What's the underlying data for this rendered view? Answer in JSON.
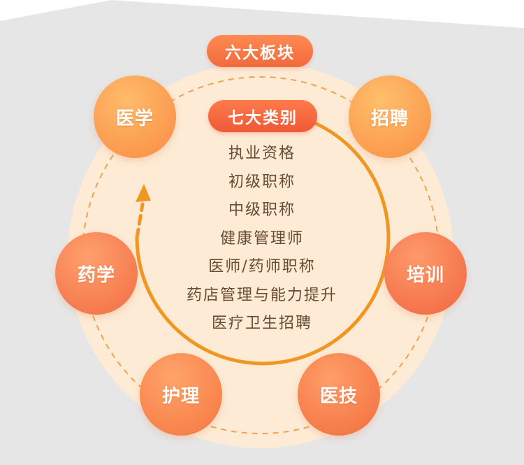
{
  "header_pill": "六大板块",
  "center_pill": "七大类别",
  "categories": [
    "执业资格",
    "初级职称",
    "中级职称",
    "健康管理师",
    "医师/药师职称",
    "药店管理与能力提升",
    "医疗卫生招聘"
  ],
  "sectors": {
    "yixue": "医学",
    "zhaopin": "招聘",
    "peixun": "培训",
    "yaoxue": "药学",
    "huli": "护理",
    "yiji": "医技"
  },
  "colors": {
    "outer_ring_fill": "#fdebd6",
    "arrow": "#f29622",
    "dashed_ring": "#f2a24d",
    "header_pill": "#f47a45",
    "center_pill": "#ef5f3a",
    "category_text": "#6a4a34"
  }
}
